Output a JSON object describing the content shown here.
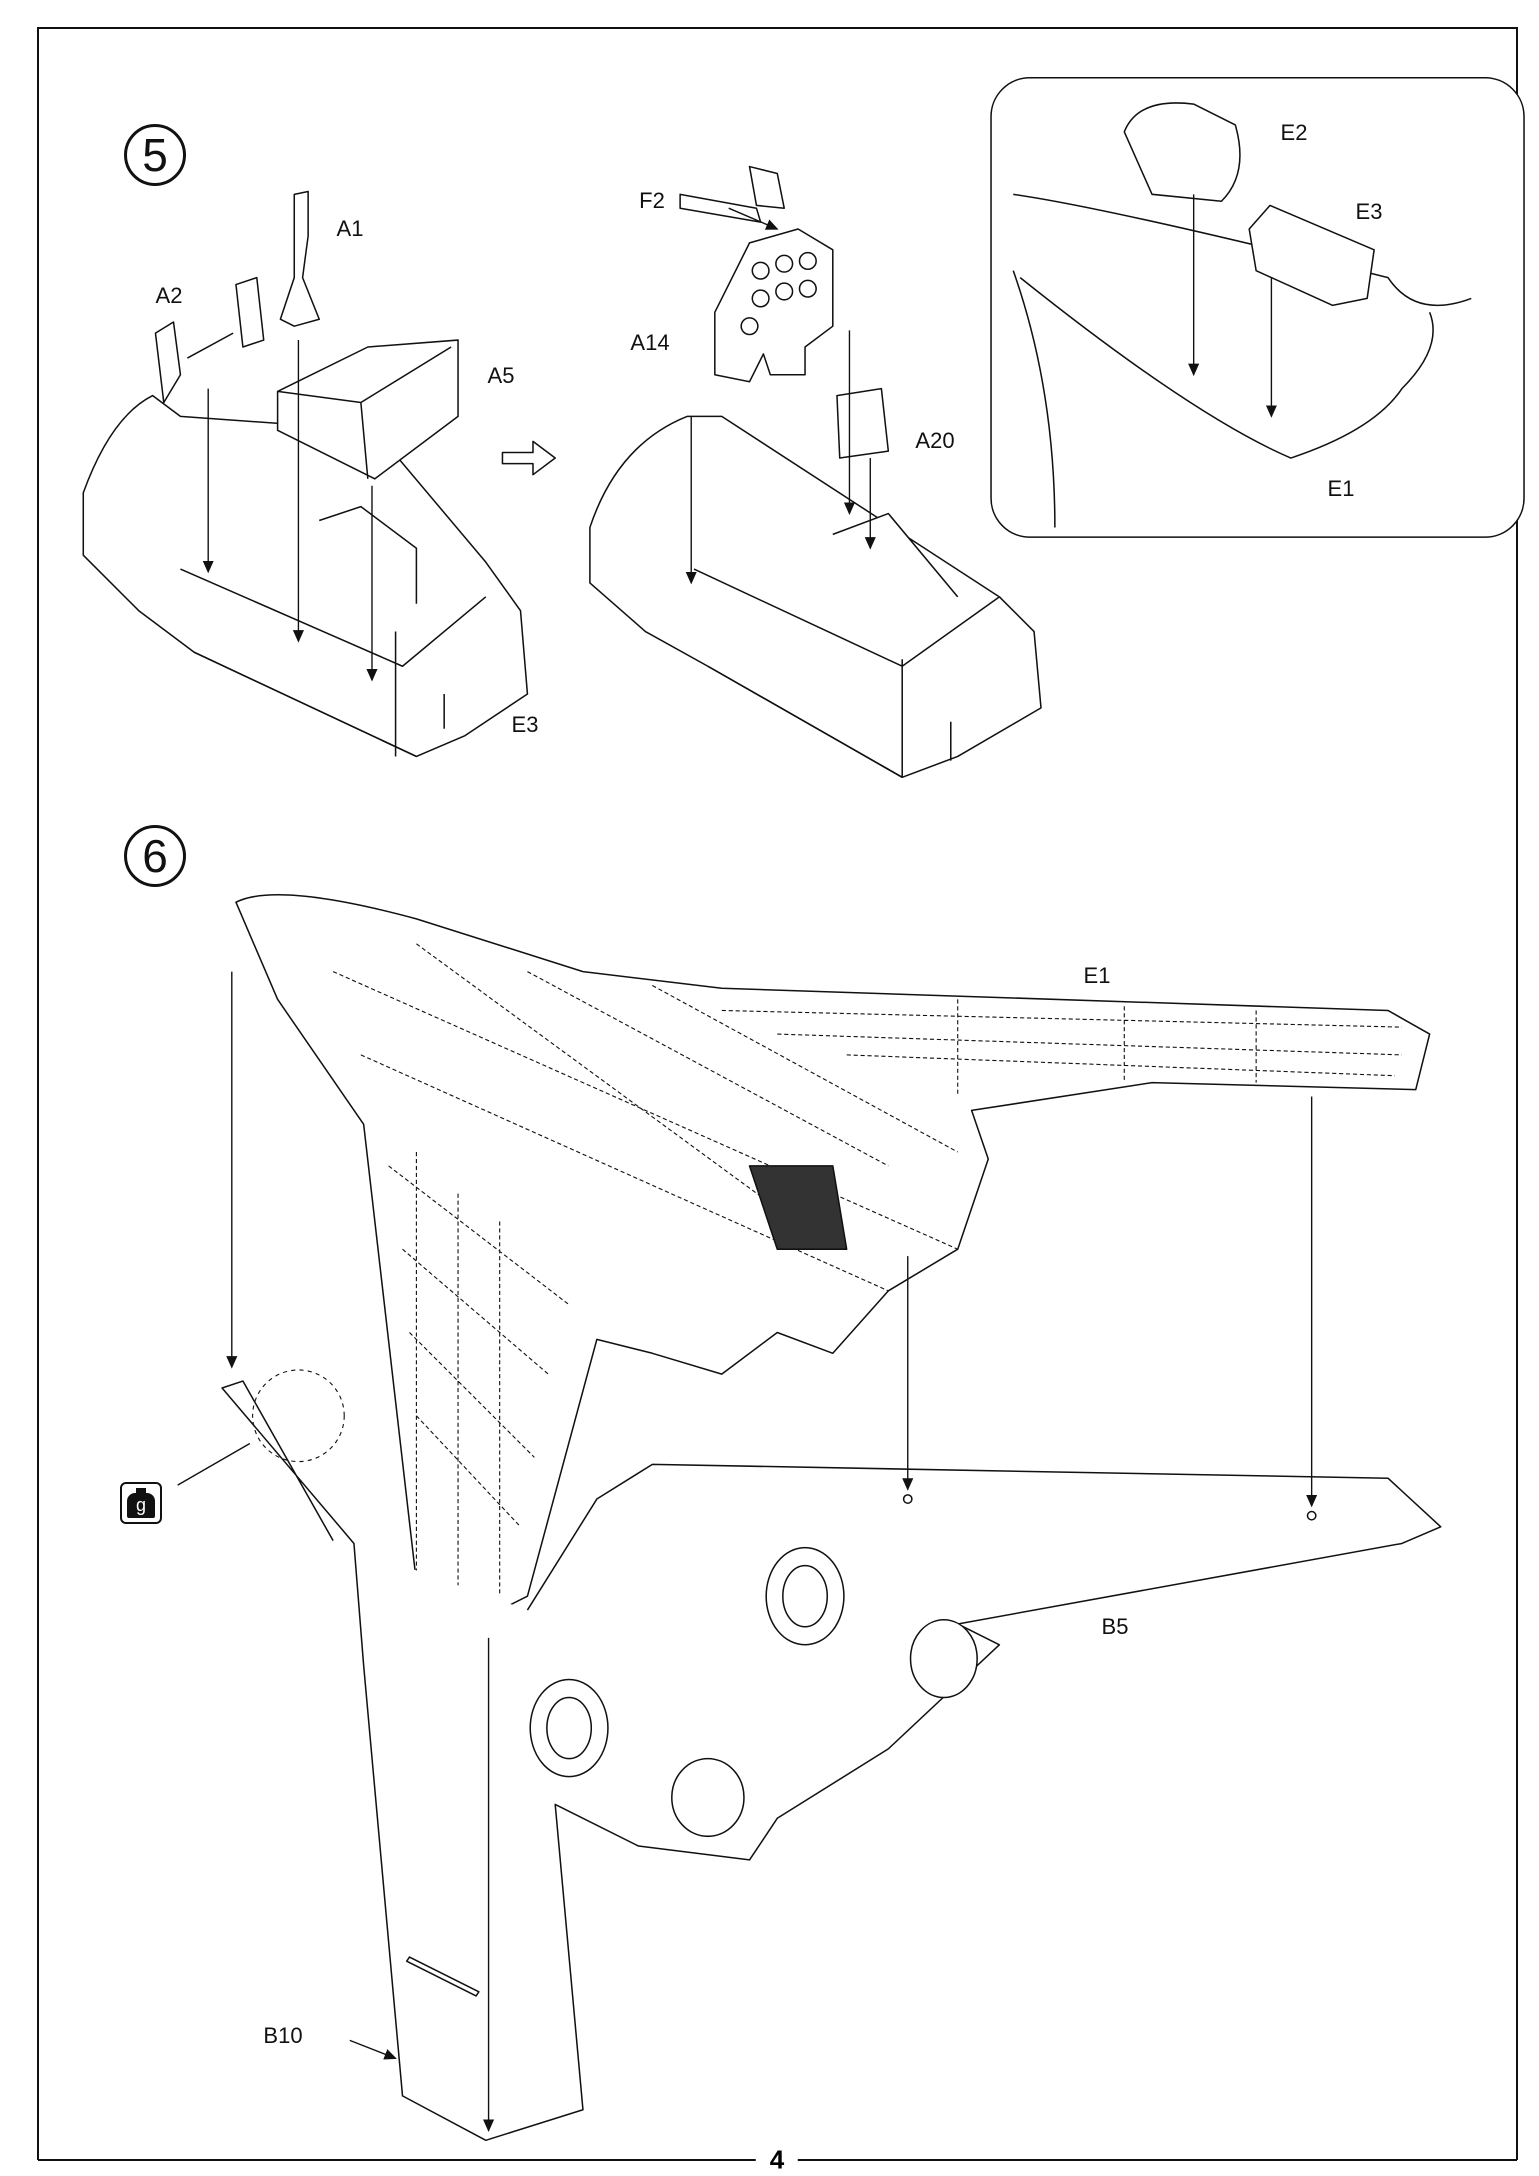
{
  "steps": {
    "step5": {
      "number": "5",
      "part_labels": {
        "a1": "A1",
        "a2": "A2",
        "a5": "A5",
        "e3": "E3",
        "f2": "F2",
        "a14": "A14",
        "a20": "A20"
      },
      "inset_labels": {
        "e2": "E2",
        "e3": "E3",
        "e1": "E1"
      }
    },
    "step6": {
      "number": "6",
      "part_labels": {
        "e1": "E1",
        "b5": "B5",
        "b10": "B10"
      },
      "weight_icon_label": "g"
    }
  },
  "footer": {
    "page_number": "4"
  }
}
